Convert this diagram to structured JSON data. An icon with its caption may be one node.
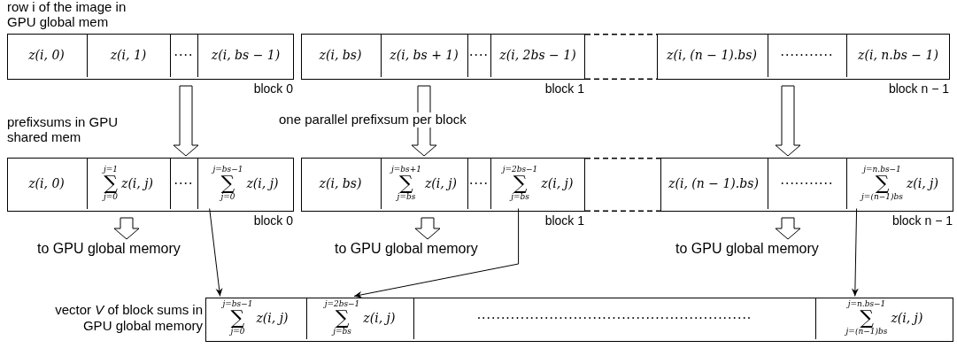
{
  "diagram": {
    "nodes": [
      {
        "text": [
          "block 0"
        ]
      },
      {
        "text": [
          "z(i, 0)"
        ],
        "in": 0
      },
      {
        "text": [
          "z(i, 1)"
        ],
        "in": 0
      },
      {
        "text": [
          "····"
        ],
        "in": 0
      },
      {
        "text": [
          "z(i, bs − 1)"
        ],
        "in": 0
      },
      {
        "text": [
          "block 1"
        ]
      },
      {
        "text": [
          "z(i, bs)"
        ],
        "in": 5
      },
      {
        "text": [
          "z(i, bs + 1)"
        ],
        "in": 5
      },
      {
        "text": [
          "····"
        ],
        "in": 5
      },
      {
        "text": [
          "z(i, 2bs − 1)"
        ],
        "in": 5
      },
      {
        "text": [
          "block n − 1"
        ]
      },
      {
        "text": [
          "z(i, (n − 1).bs)"
        ],
        "in": 10
      },
      {
        "text": [
          "···········"
        ],
        "in": 10
      },
      {
        "text": [
          "z(i, n.bs − 1)"
        ],
        "in": 10
      },
      {
        "text": [
          "block 0"
        ]
      },
      {
        "text": [
          "z(i, 0)"
        ],
        "in": 14
      },
      {
        "text": [
          "j=1",
          "∑",
          "j=0",
          "z(i, j)"
        ],
        "in": 14
      },
      {
        "text": [
          "····"
        ],
        "in": 14
      },
      {
        "text": [
          "j=bs−1",
          "∑",
          "j=0",
          "z(i, j)"
        ],
        "in": 14
      },
      {
        "text": [
          "block 1"
        ]
      },
      {
        "text": [
          "z(i, bs)"
        ],
        "in": 19
      },
      {
        "text": [
          "j=bs+1",
          "∑",
          "j=bs",
          "z(i, j)"
        ],
        "in": 19
      },
      {
        "text": [
          "····"
        ],
        "in": 19
      },
      {
        "text": [
          "j=2bs−1",
          "∑",
          "j=bs",
          "z(i, j)"
        ],
        "in": 19
      },
      {
        "text": [
          "block n − 1"
        ]
      },
      {
        "text": [
          "z(i, (n − 1).bs)"
        ],
        "in": 24
      },
      {
        "text": [
          "···········"
        ],
        "in": 24
      },
      {
        "text": [
          "j=n.bs−1",
          "∑",
          "j=(n−1)bs",
          "z(i, j)"
        ],
        "in": 24
      },
      {
        "text": [
          "to GPU global memory"
        ]
      },
      {
        "text": [
          "to GPU global memory"
        ]
      },
      {
        "text": [
          "to GPU global memory"
        ]
      },
      {
        "text": [
          "vector *V* of block sums in GPU global memory"
        ]
      },
      {
        "text": [
          "j=bs−1",
          "∑",
          "j=0",
          "z(i, j)"
        ],
        "in": 31
      },
      {
        "text": [
          "j=2bs−1",
          "∑",
          "j=bs",
          "z(i, j)"
        ],
        "in": 31
      },
      {
        "text": [
          "·························································"
        ],
        "in": 31
      },
      {
        "text": [
          "j=n.bs−1",
          "∑",
          "j=(n−1)bs",
          "z(i, j)"
        ],
        "in": 31
      }
    ],
    "edges": [
      {
        "from": 0,
        "to": 14,
        "arrow": "to",
        "style": "thick"
      },
      {
        "from": 5,
        "to": 19,
        "arrow": "to",
        "style": "thick"
      },
      {
        "from": 10,
        "to": 24,
        "arrow": "to",
        "style": "thick"
      },
      {
        "from": 5,
        "to": 10,
        "arrow": "none",
        "style": "dashed"
      },
      {
        "from": 5,
        "to": 10,
        "arrow": "none",
        "style": "dashed"
      },
      {
        "from": 19,
        "to": 24,
        "arrow": "none",
        "style": "dashed"
      },
      {
        "from": 19,
        "to": 24,
        "arrow": "none",
        "style": "dashed"
      },
      {
        "from": 14,
        "to": 28,
        "arrow": "to",
        "style": "thick"
      },
      {
        "from": 19,
        "to": 29,
        "arrow": "to",
        "style": "thick"
      },
      {
        "from": 24,
        "to": 30,
        "arrow": "to",
        "style": "thick"
      },
      {
        "from": 18,
        "to": 32,
        "arrow": "to"
      },
      {
        "from": 23,
        "to": 33,
        "arrow": "to"
      },
      {
        "from": 27,
        "to": 35,
        "arrow": "to"
      }
    ],
    "labels": [
      "row i of the image in GPU global mem",
      "prefixsums in GPU shared mem",
      "one parallel prefixsum per block"
    ]
  }
}
